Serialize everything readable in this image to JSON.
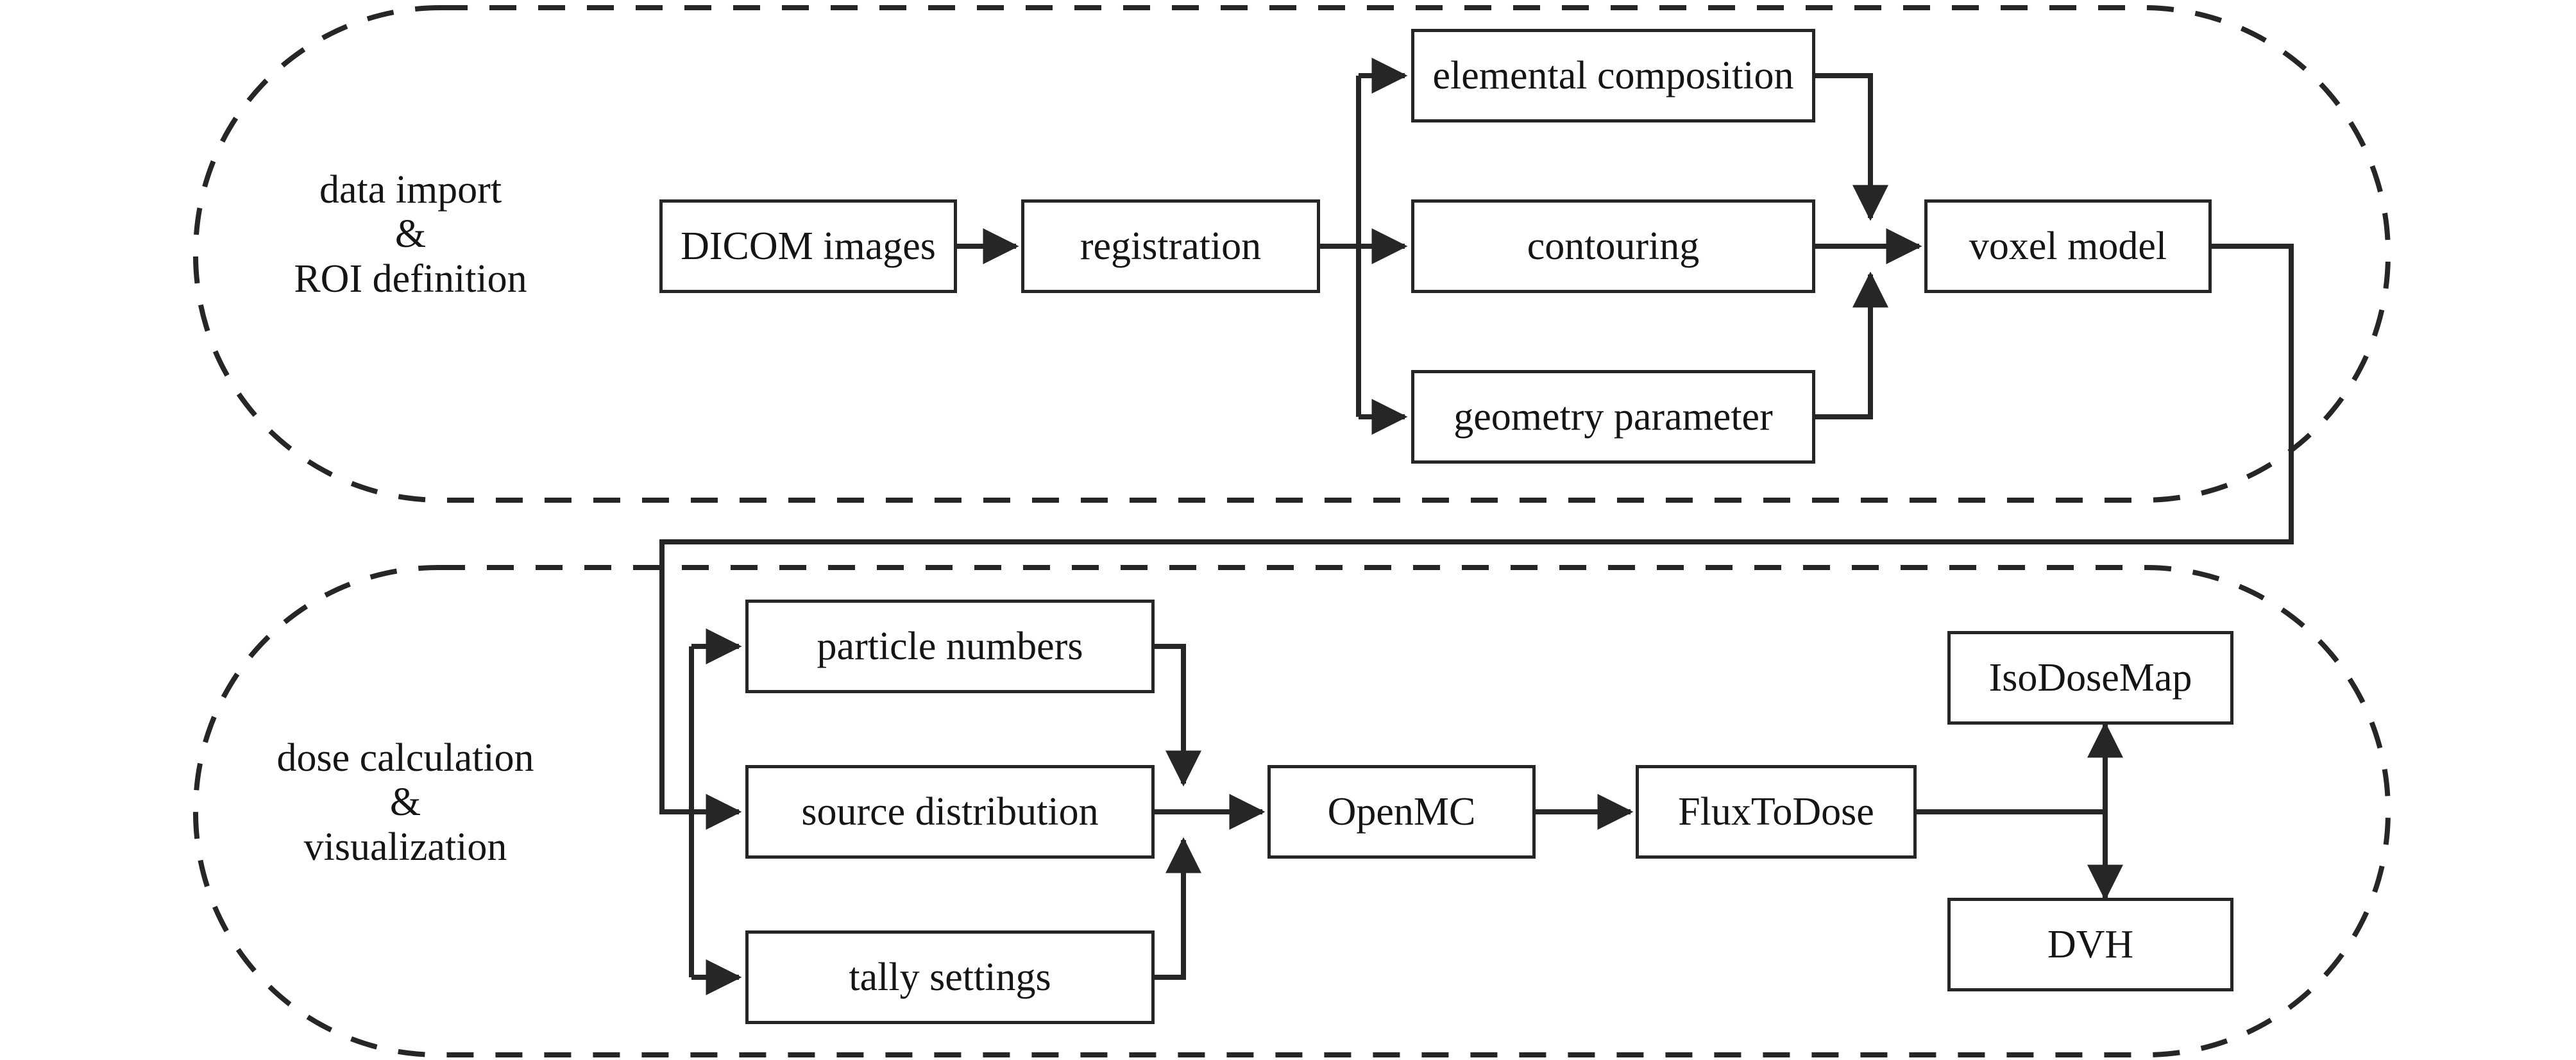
{
  "diagram": {
    "title": "BNCT treatment planning workflow flowchart",
    "background_color": "#ffffff",
    "line_color": "#262626",
    "text_color": "#151515"
  },
  "groups": [
    {
      "id": "data-import",
      "label": "data import\n&\nROI definition",
      "border_style": "dashed-rounded"
    },
    {
      "id": "dose-calculation",
      "label": "dose calculation\n&\nvisualization",
      "border_style": "dashed-rounded"
    }
  ],
  "nodes": {
    "dicom_images": "DICOM images",
    "registration": "registration",
    "elemental_composition": "elemental composition",
    "contouring": "contouring",
    "geometry_parameter": "geometry parameter",
    "voxel_model": "voxel model",
    "particle_numbers": "particle numbers",
    "source_distribution": "source distribution",
    "tally_settings": "tally settings",
    "openmc": "OpenMC",
    "fluxtodose": "FluxToDose",
    "isodosemap": "IsoDoseMap",
    "dvh": "DVH"
  },
  "edges": [
    {
      "from": "dicom_images",
      "to": "registration"
    },
    {
      "from": "registration",
      "to": "elemental_composition"
    },
    {
      "from": "registration",
      "to": "contouring"
    },
    {
      "from": "registration",
      "to": "geometry_parameter"
    },
    {
      "from": "elemental_composition",
      "to": "voxel_model"
    },
    {
      "from": "contouring",
      "to": "voxel_model"
    },
    {
      "from": "geometry_parameter",
      "to": "voxel_model"
    },
    {
      "from": "voxel_model",
      "to": "particle_numbers"
    },
    {
      "from": "voxel_model",
      "to": "source_distribution"
    },
    {
      "from": "voxel_model",
      "to": "tally_settings"
    },
    {
      "from": "particle_numbers",
      "to": "openmc"
    },
    {
      "from": "source_distribution",
      "to": "openmc"
    },
    {
      "from": "tally_settings",
      "to": "openmc"
    },
    {
      "from": "openmc",
      "to": "fluxtodose"
    },
    {
      "from": "fluxtodose",
      "to": "isodosemap"
    },
    {
      "from": "fluxtodose",
      "to": "dvh"
    }
  ]
}
